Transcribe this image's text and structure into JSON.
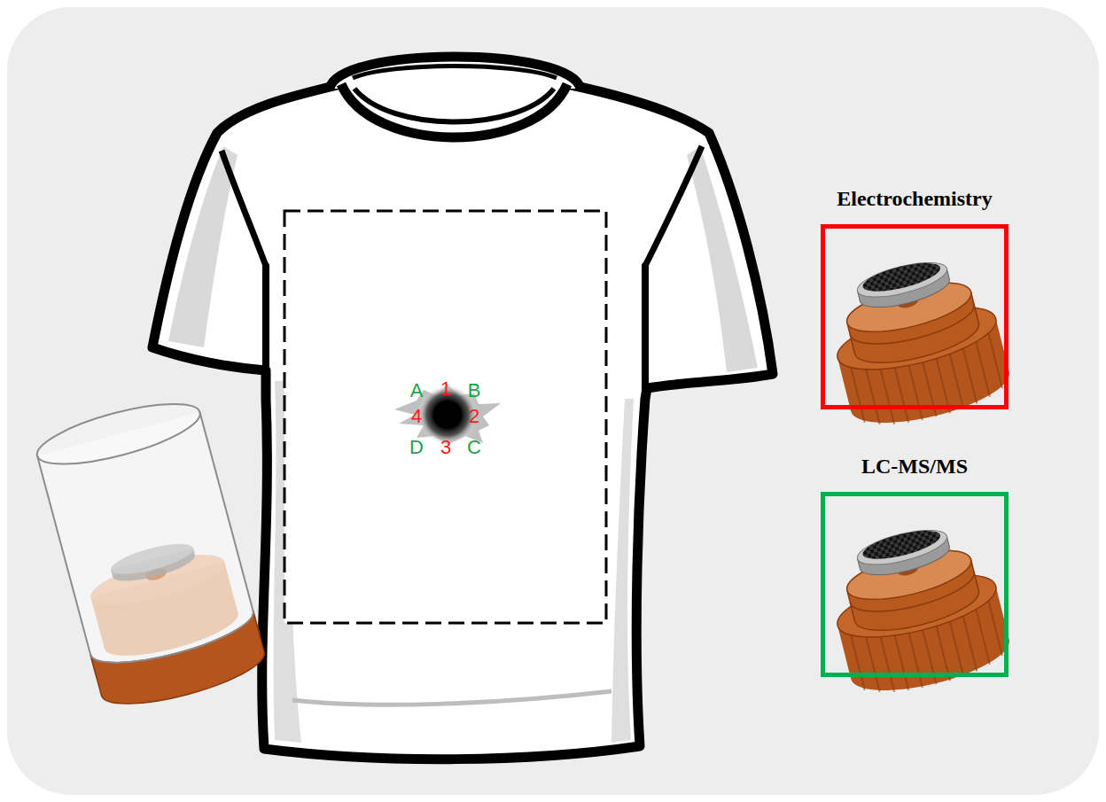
{
  "diagram": {
    "nodes": [
      {
        "text": [
          "Electrochemistry"
        ]
      },
      {
        "text": [
          "LC-MS/MS"
        ]
      }
    ],
    "labels": [
      "A",
      "1",
      "B",
      "4",
      "2",
      "D",
      "3",
      "C"
    ]
  }
}
